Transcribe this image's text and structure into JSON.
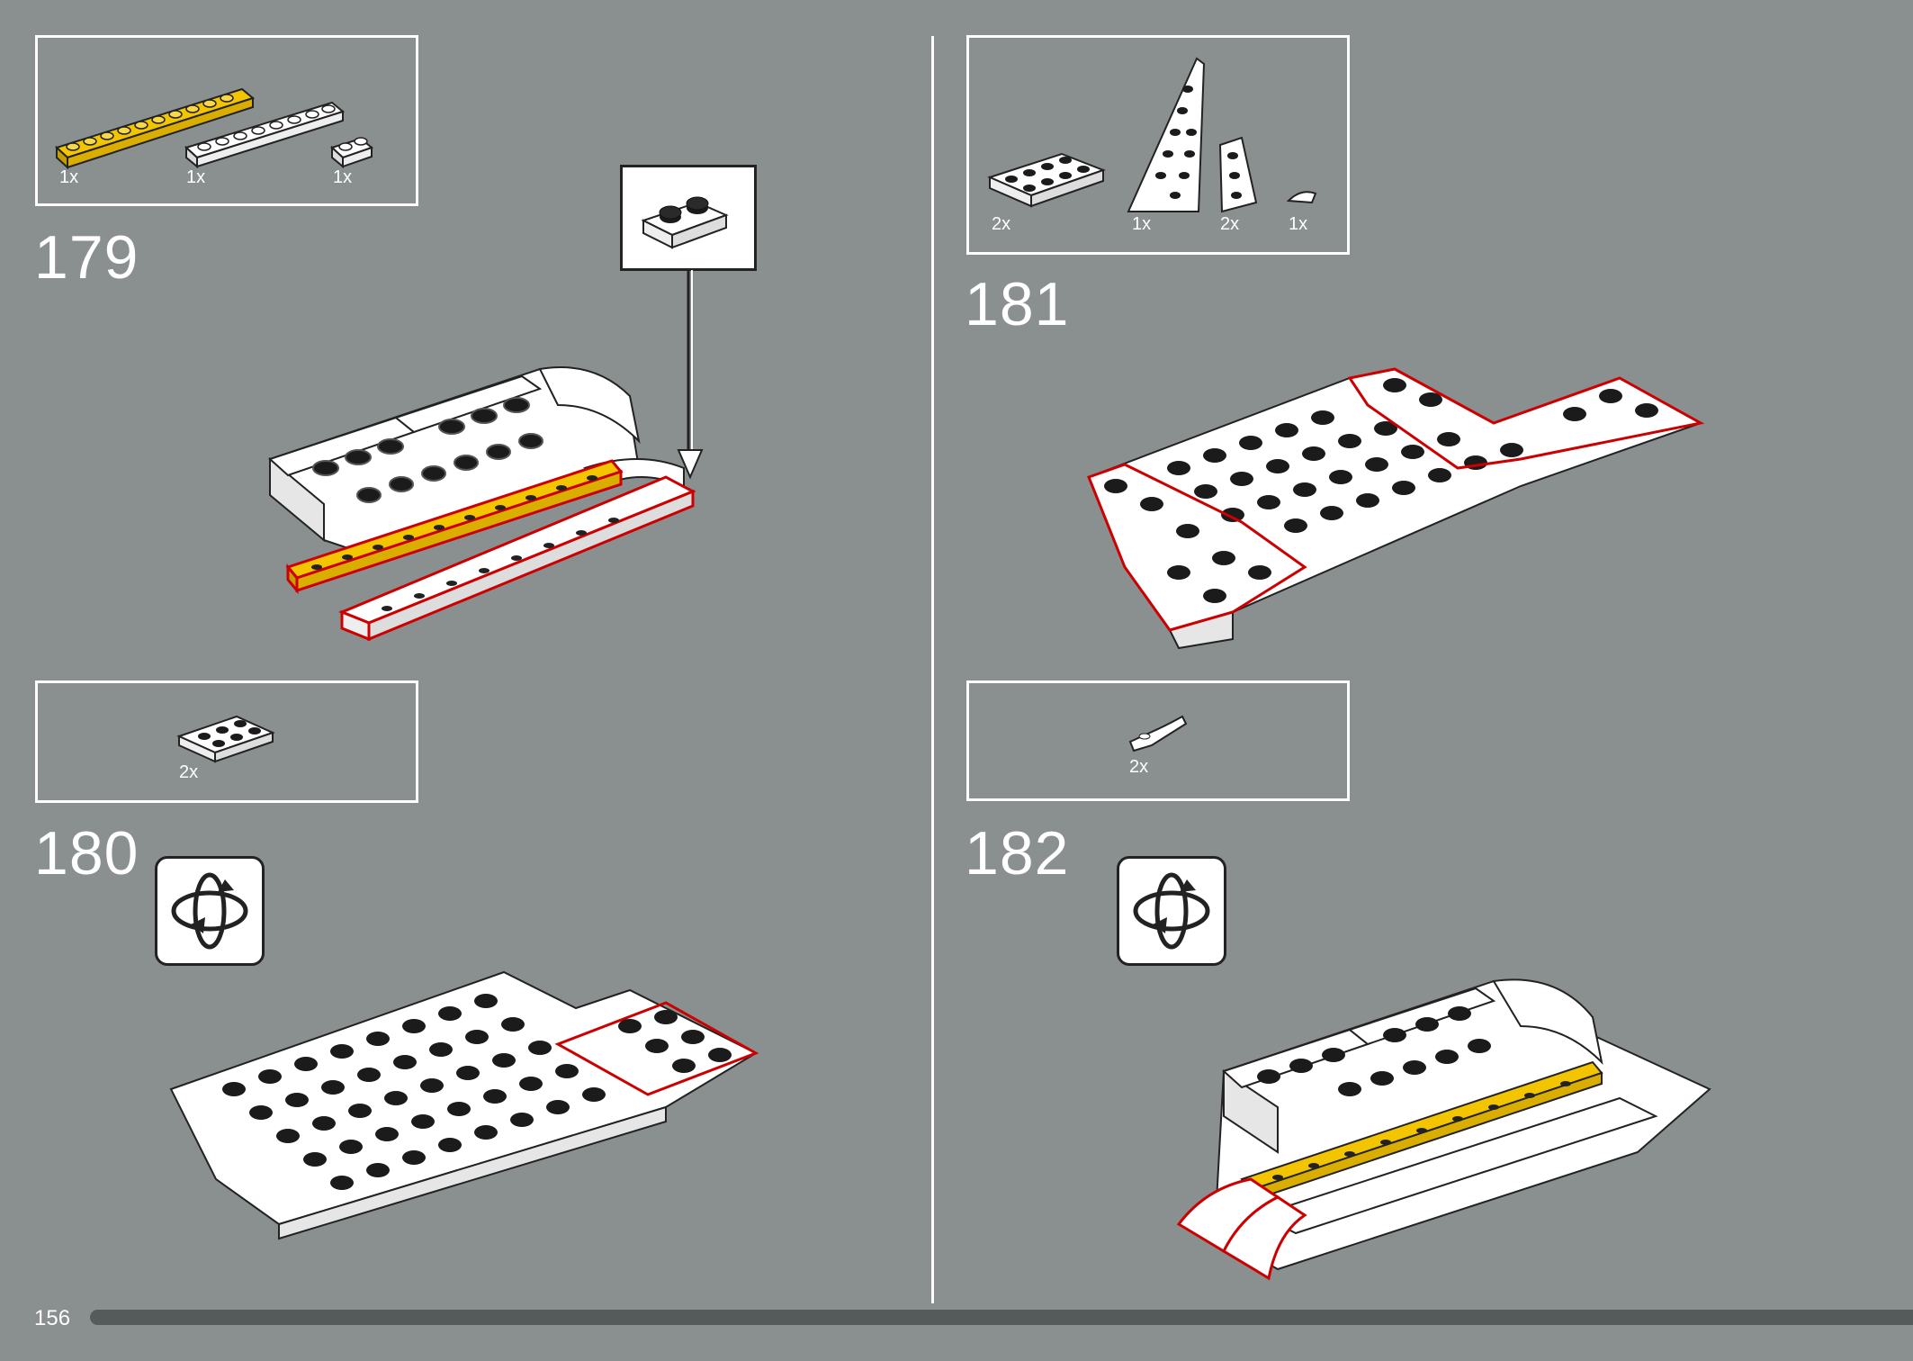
{
  "page": {
    "number": "156",
    "background": "#8a8f90"
  },
  "colors": {
    "white_brick": "#ffffff",
    "stud": "#1b1b1b",
    "yellow": "#f2c500",
    "highlight": "#cc0000",
    "progress": "#555a5b"
  },
  "steps": [
    {
      "number": "179",
      "parts": [
        {
          "name": "yellow-plate-1x10",
          "qty": "1x"
        },
        {
          "name": "white-plate-1x8",
          "qty": "1x"
        },
        {
          "name": "white-plate-1x2",
          "qty": "1x"
        }
      ]
    },
    {
      "number": "180",
      "parts": [
        {
          "name": "white-plate-2x3",
          "qty": "2x"
        }
      ],
      "icon": "rotate-model-icon"
    },
    {
      "number": "181",
      "parts": [
        {
          "name": "white-plate-2x4",
          "qty": "2x"
        },
        {
          "name": "white-wedge-plate-large",
          "qty": "1x"
        },
        {
          "name": "white-wedge-plate-small",
          "qty": "2x"
        },
        {
          "name": "white-round-tile-quarter",
          "qty": "1x"
        }
      ]
    },
    {
      "number": "182",
      "parts": [
        {
          "name": "white-slope-curved-1x2",
          "qty": "2x"
        }
      ],
      "icon": "rotate-model-icon"
    }
  ]
}
